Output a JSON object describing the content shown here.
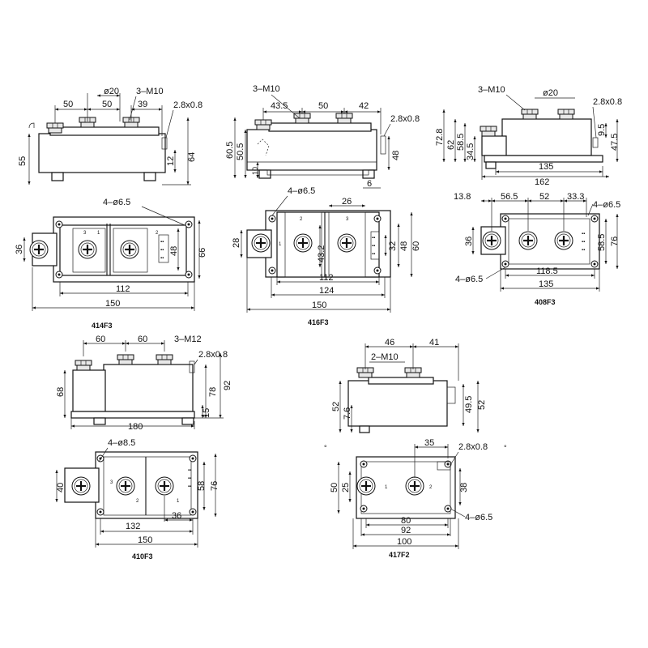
{
  "m414": {
    "caption": "414F3",
    "front": {
      "d50a": "50",
      "d20": "ø20",
      "d50b": "50",
      "d39": "39",
      "m10": "3–M10",
      "tab": "2.8x0.8",
      "h55": "55",
      "h12": "12",
      "h64": "64"
    },
    "top": {
      "holes": "4–ø6.5",
      "w36": "36",
      "h48": "48",
      "h66": "66",
      "w112": "112",
      "w150": "150",
      "n3": "3",
      "n1": "1",
      "n2": "2"
    }
  },
  "m416": {
    "caption": "416F3",
    "front": {
      "m10": "3–M10",
      "d435": "43.5",
      "d50": "50",
      "d42": "42",
      "tab": "2.8x0.8",
      "h605": "60.5",
      "h505": "50.5",
      "h10": "10",
      "h48": "48",
      "d6": "6"
    },
    "top": {
      "holes": "4–ø6.5",
      "d26": "26",
      "h28": "28",
      "h432": "43.2",
      "h32": "32",
      "h48": "48",
      "h60": "60",
      "w112": "112",
      "w124": "124",
      "w150": "150",
      "n1": "1",
      "n2": "2",
      "n3": "3"
    }
  },
  "m408": {
    "caption": "408F3",
    "front": {
      "m10": "3–M10",
      "d20": "ø20",
      "tab": "2.8x0.8",
      "h728": "72.8",
      "h62": "62",
      "h585": "58.5",
      "h345": "34.5",
      "h95": "9.5",
      "h475": "47.5",
      "w135": "135",
      "w162": "162"
    },
    "top": {
      "d138": "13.8",
      "d565": "56.5",
      "d52": "52",
      "d333": "33.3",
      "holes_top": "4–ø6.5",
      "holes_bot": "4–ø6.5",
      "h36": "36",
      "h585": "58.5",
      "h76": "76",
      "w1185": "118.5",
      "w135": "135"
    }
  },
  "m410": {
    "caption": "410F3",
    "front": {
      "d60a": "60",
      "d60b": "60",
      "m12": "3–M12",
      "tab": "2.8x0.8",
      "h68": "68",
      "h78": "78",
      "h92": "92",
      "h15": "15",
      "w180": "180"
    },
    "top": {
      "holes": "4–ø8.5",
      "h40": "40",
      "h58": "58",
      "h76": "76",
      "w132": "132",
      "d36": "36",
      "w150": "150",
      "n3": "3",
      "n2": "2",
      "n1": "1"
    }
  },
  "m417": {
    "caption": "417F2",
    "front": {
      "d46": "46",
      "d41": "41",
      "m10": "2–M10",
      "h52a": "52",
      "h76": "7.6",
      "h495": "49.5",
      "h52b": "52"
    },
    "top": {
      "d35": "35",
      "tab": "2.8x0.8",
      "h50": "50",
      "h25": "25",
      "h38": "38",
      "w80": "80",
      "w92": "92",
      "w100": "100",
      "holes": "4–ø6.5",
      "n1": "1",
      "n2": "2"
    }
  }
}
